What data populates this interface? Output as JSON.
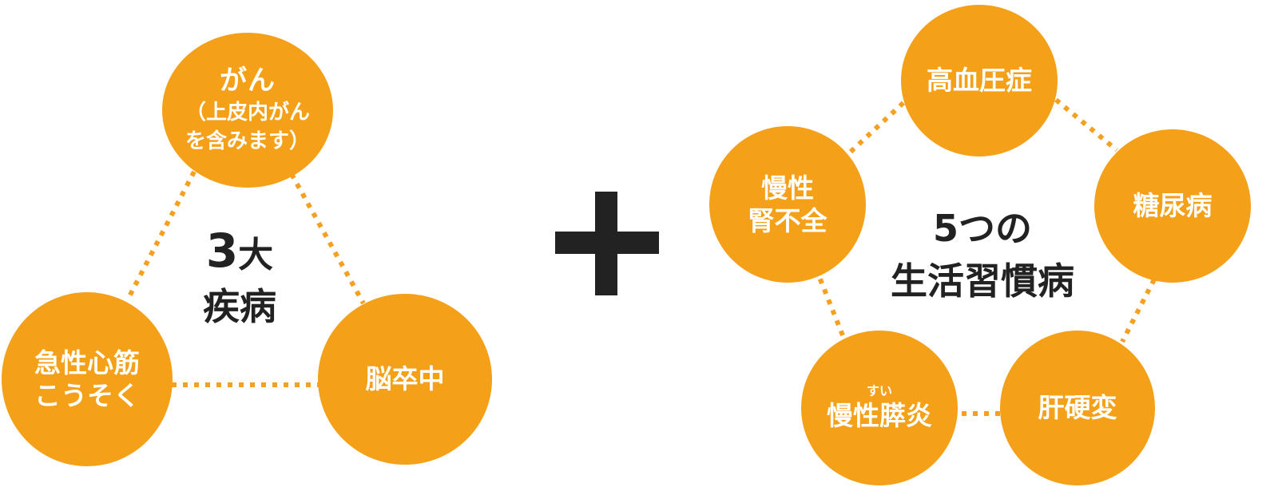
{
  "group1": {
    "center_num": "3",
    "center_kanji": "大",
    "center_line2": "疾病",
    "cancer": {
      "title": "がん",
      "note_line1": "（上皮内がん",
      "note_line2": "を含みます）"
    },
    "heart": {
      "line1": "急性心筋",
      "line2": "こうそく"
    },
    "stroke": {
      "label": "脳卒中"
    }
  },
  "plus_icon": "plus-icon",
  "group2": {
    "center_line1": "5つの",
    "center_line2": "生活習慣病",
    "hypertension": "高血圧症",
    "diabetes": "糖尿病",
    "cirrhosis": "肝硬変",
    "pancreatitis": {
      "ruby": "すい",
      "label": "慢性膵炎"
    },
    "renal": {
      "line1": "慢性",
      "line2": "腎不全"
    }
  },
  "colors": {
    "orange": "#f5a019",
    "dark": "#222222",
    "white": "#ffffff"
  }
}
